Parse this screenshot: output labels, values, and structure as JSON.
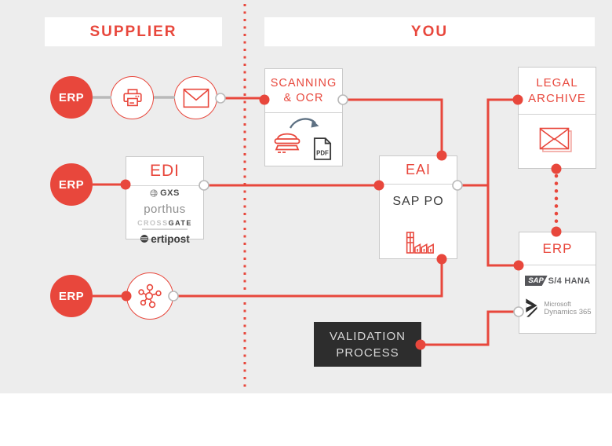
{
  "colors": {
    "accent_red": "#e8473c",
    "background_gray": "#ededed",
    "panel_white": "#ffffff",
    "box_border": "#c9c9c9",
    "gray_connector": "#b9b9b9",
    "dark_panel": "#2d2d2d",
    "dark_text": "#3c3c3c",
    "logo_gray": "#8f8f8f",
    "arrow_blue_gray": "#5e7183"
  },
  "headers": {
    "supplier": "SUPPLIER",
    "you": "YOU"
  },
  "supplier": {
    "erp1": "ERP",
    "erp2": "ERP",
    "erp3": "ERP",
    "edi": {
      "title": "EDI",
      "logos": {
        "gxs": "GXS",
        "porthus": "porthus",
        "crossgate_light": "CROSS",
        "crossgate_dark": "GATE",
        "certipost": "ertipost"
      }
    }
  },
  "you": {
    "scanning": {
      "line1": "SCANNING",
      "line2": "& OCR",
      "pdf_label": "PDF"
    },
    "eai": {
      "title": "EAI",
      "subtitle": "SAP PO"
    },
    "legal": {
      "line1": "LEGAL",
      "line2": "ARCHIVE"
    },
    "erp_box": {
      "title": "ERP",
      "sap": "SAP",
      "sap_product": "S/4 HANA",
      "ms_line1": "Microsoft",
      "ms_line2": "Dynamics 365"
    },
    "validation": {
      "line1": "VALIDATION",
      "line2": "PROCESS"
    }
  }
}
